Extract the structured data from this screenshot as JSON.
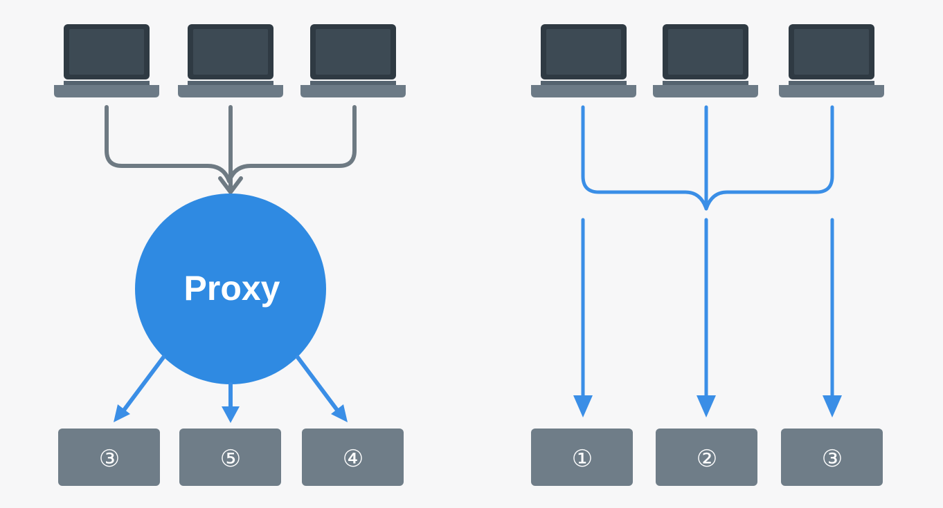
{
  "diagram": {
    "left_panel": {
      "proxy_label": "Proxy",
      "server_labels": [
        "③",
        "⑤",
        "④"
      ],
      "client_icons": [
        "laptop-icon",
        "laptop-icon",
        "laptop-icon"
      ]
    },
    "right_panel": {
      "server_labels": [
        "①",
        "②",
        "③"
      ],
      "client_icons": [
        "laptop-icon",
        "laptop-icon",
        "laptop-icon"
      ]
    },
    "colors": {
      "background": "#f7f7f8",
      "laptop_body": "#2f3a43",
      "laptop_screen": "#3d4a54",
      "laptop_base": "#6c7a86",
      "gray_connector": "#6e7a83",
      "blue_accent": "#3a8ee6",
      "proxy_fill": "#2f8ae2",
      "server_box": "#6f7d88",
      "label_text": "#ffffff"
    }
  }
}
